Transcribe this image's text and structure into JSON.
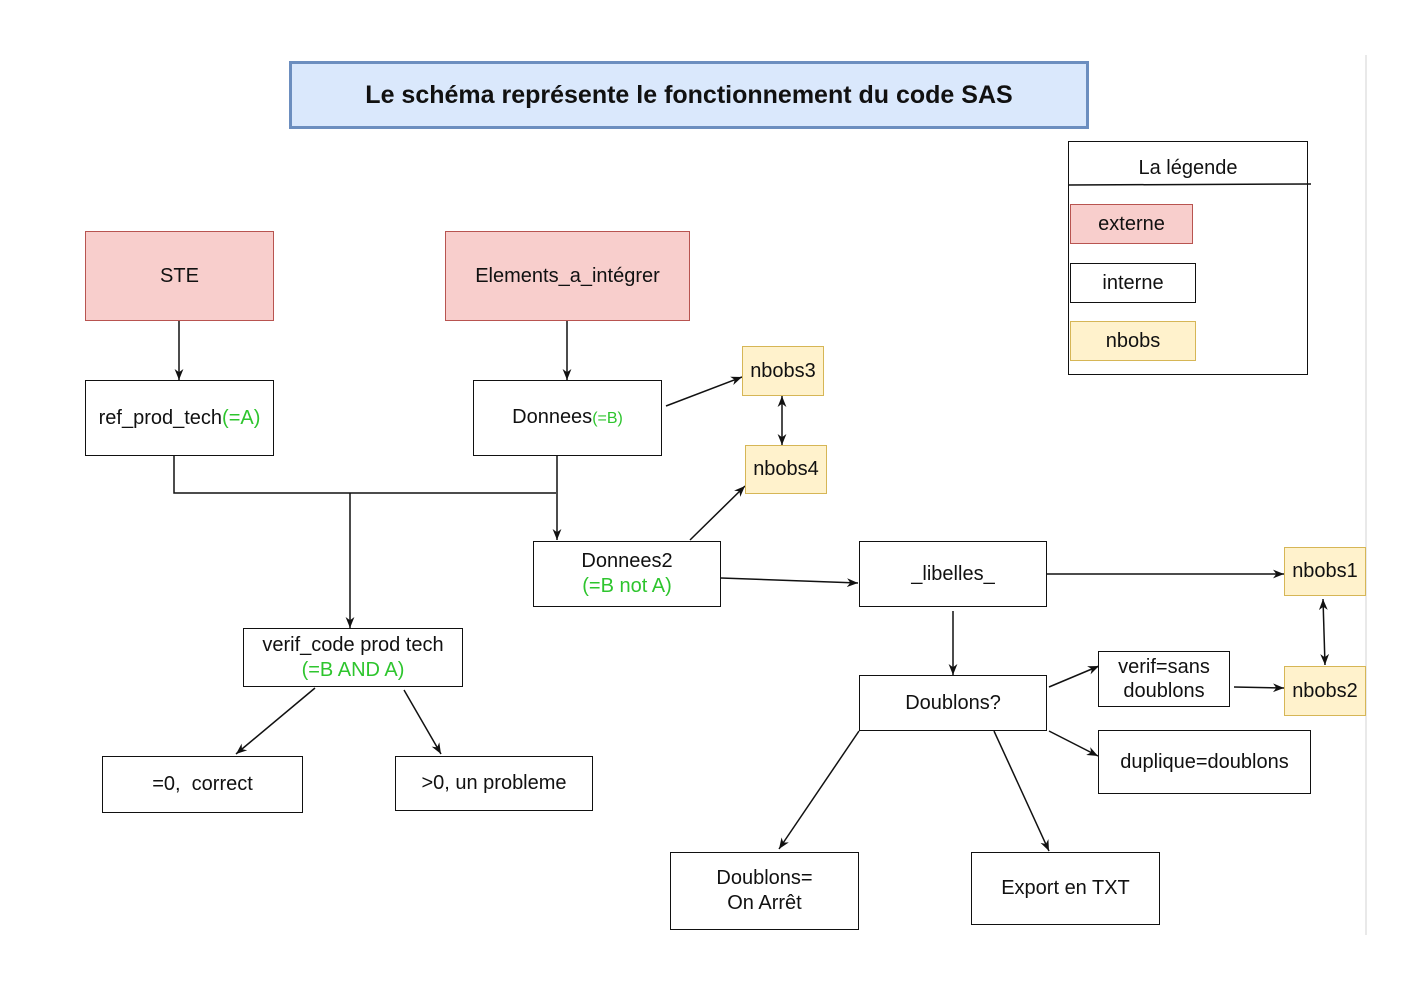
{
  "title": "Le schéma représente le fonctionnement du code SAS",
  "legend": {
    "title": "La légende",
    "externe": "externe",
    "interne": "interne",
    "nbobs": "nbobs"
  },
  "nodes": {
    "ste": "STE",
    "elements": "Elements_a_intégrer",
    "ref_prod_tech": {
      "label": "ref_prod_tech",
      "note": "(=A)"
    },
    "donnees": {
      "label": "Donnees",
      "note": "(=B)"
    },
    "donnees2": {
      "label": "Donnees2",
      "note": "(=B not A)"
    },
    "libelles": "_libelles_",
    "verif_code": {
      "label": "verif_code prod tech",
      "note": "(=B AND A)"
    },
    "correct": "=0,  correct",
    "probleme": ">0, un probleme",
    "doublons": "Doublons?",
    "verif_sans": {
      "line1": "verif=sans",
      "line2": "doublons"
    },
    "duplique": "duplique=doublons",
    "doublons_arret": {
      "line1": "Doublons=",
      "line2": "On Arrêt"
    },
    "export": "Export en TXT",
    "nbobs1": "nbobs1",
    "nbobs2": "nbobs2",
    "nbobs3": "nbobs3",
    "nbobs4": "nbobs4"
  },
  "colors": {
    "externe_fill": "#f8cecc",
    "externe_stroke": "#b85450",
    "nbobs_fill": "#fff2cc",
    "nbobs_stroke": "#d6b656",
    "title_fill": "#dae8fc",
    "title_stroke": "#6c8ebf",
    "note": "#2ec52e",
    "line": "#111111"
  }
}
